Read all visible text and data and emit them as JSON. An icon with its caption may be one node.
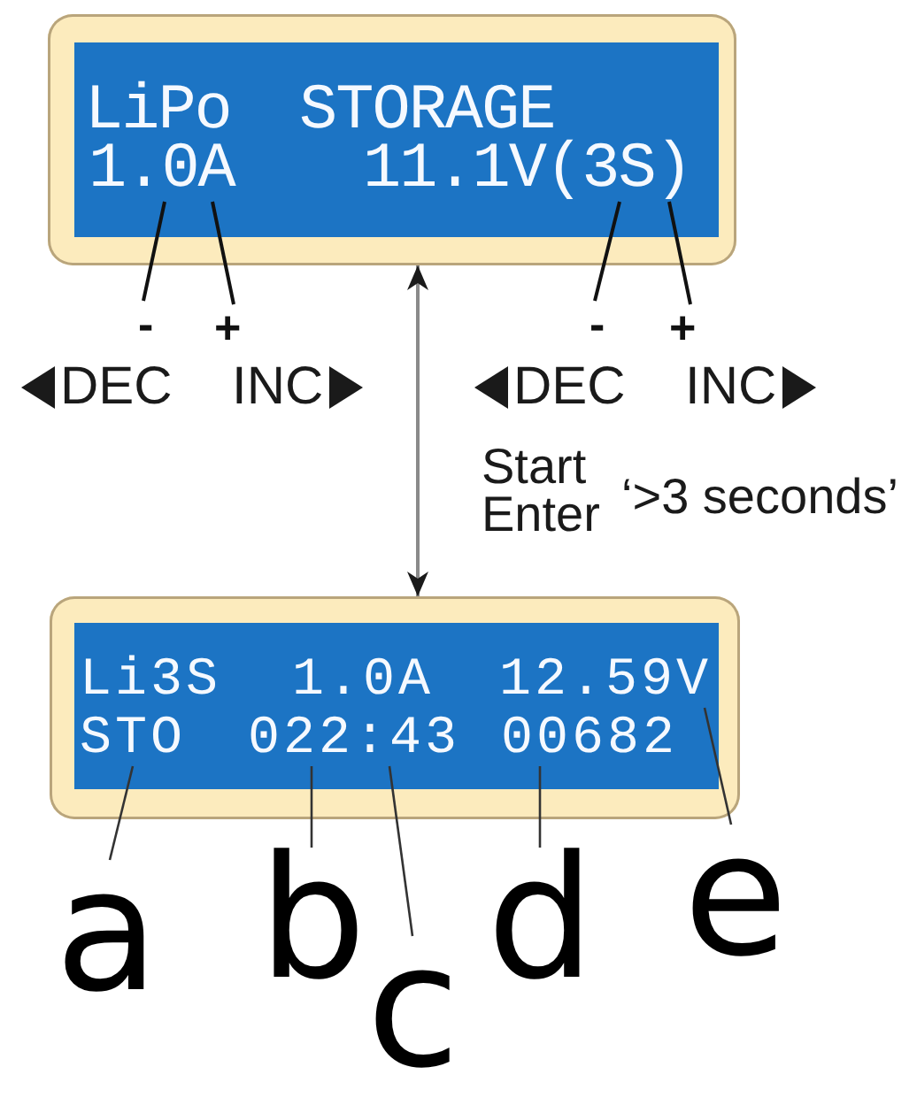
{
  "diagram": {
    "nodes": [
      {
        "text": [
          "LiPo STORAGE"
        ]
      },
      {
        "text": [
          "1.0A"
        ],
        "in": 0
      },
      {
        "text": [
          "11.1V(3S)"
        ],
        "in": 0
      },
      {
        "text": [
          "-"
        ]
      },
      {
        "text": [
          "+"
        ]
      },
      {
        "text": [
          "-"
        ]
      },
      {
        "text": [
          "+"
        ]
      },
      {
        "text": [
          "Li3S",
          "1.0A"
        ]
      },
      {
        "text": [
          "12.59V"
        ],
        "in": 7
      },
      {
        "text": [
          "STO"
        ],
        "in": 7
      },
      {
        "text": [
          "022:43"
        ],
        "in": 7
      },
      {
        "text": [
          "00682"
        ],
        "in": 7
      },
      {
        "text": [
          "a"
        ]
      },
      {
        "text": [
          "b"
        ]
      },
      {
        "text": [
          "c"
        ]
      },
      {
        "text": [
          "d"
        ]
      },
      {
        "text": [
          "e"
        ]
      }
    ],
    "edges": [
      {
        "from": 3,
        "to": 1,
        "arrow": "none"
      },
      {
        "from": 4,
        "to": 1,
        "arrow": "none"
      },
      {
        "from": 5,
        "to": 2,
        "arrow": "none"
      },
      {
        "from": 6,
        "to": 2,
        "arrow": "none"
      },
      {
        "from": 0,
        "to": 7,
        "arrow": "both",
        "color": "#8a8a8a"
      },
      {
        "from": 12,
        "to": 9,
        "arrow": "none"
      },
      {
        "from": 13,
        "to": 10,
        "arrow": "none"
      },
      {
        "from": 14,
        "to": 10,
        "arrow": "none"
      },
      {
        "from": 15,
        "to": 11,
        "arrow": "none"
      },
      {
        "from": 16,
        "to": 8,
        "arrow": "none"
      }
    ],
    "labels": [
      "DEC",
      "INC",
      "DEC",
      "INC",
      "Start Enter",
      "‘>3 seconds’"
    ]
  }
}
